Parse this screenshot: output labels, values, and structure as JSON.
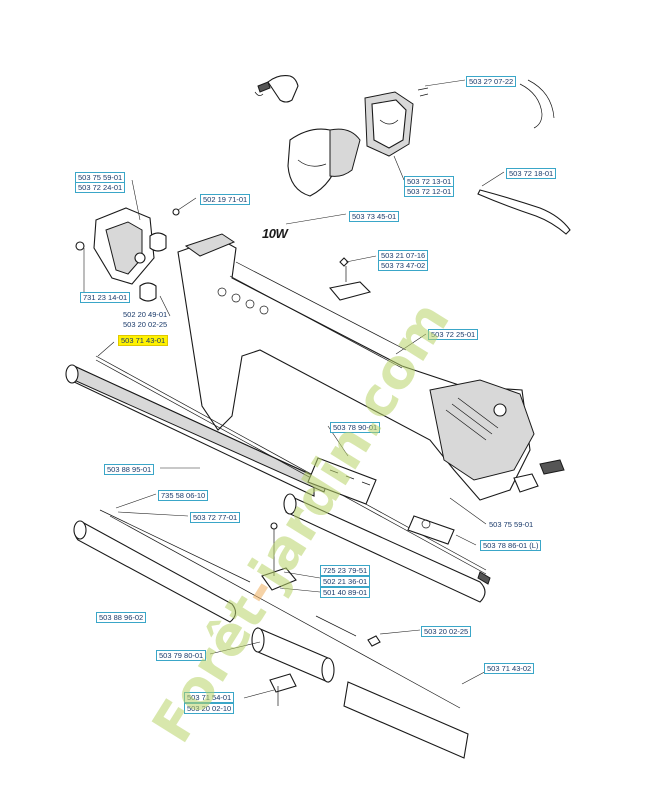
{
  "diagram": {
    "logo_text": "10W",
    "watermark": [
      "Forêt",
      "-",
      "jardin.com"
    ],
    "labels": [
      {
        "id": "p1",
        "text": "503 2? 07-22",
        "highlight": false
      },
      {
        "id": "p2",
        "text": "503 75 59-01",
        "highlight": false
      },
      {
        "id": "p3",
        "text": "503 72 24-01",
        "highlight": false
      },
      {
        "id": "p4",
        "text": "502 19 71-01",
        "highlight": false
      },
      {
        "id": "p5",
        "text": "503 72 13-01",
        "highlight": false
      },
      {
        "id": "p6",
        "text": "503 72 12-01",
        "highlight": false
      },
      {
        "id": "p7",
        "text": "503 72 18-01",
        "highlight": false
      },
      {
        "id": "p8",
        "text": "503 73 45-01",
        "highlight": false
      },
      {
        "id": "p9",
        "text": "503 21 07-16",
        "highlight": false
      },
      {
        "id": "p10",
        "text": "503 73 47-02",
        "highlight": false
      },
      {
        "id": "p11",
        "text": "731 23 14-01",
        "highlight": false
      },
      {
        "id": "p12",
        "text": "502 20 49-01",
        "highlight": false
      },
      {
        "id": "p13",
        "text": "503 20 02-25",
        "highlight": false
      },
      {
        "id": "p14",
        "text": "503 71 43-01",
        "highlight": true
      },
      {
        "id": "p15",
        "text": "503 72 25-01",
        "highlight": false
      },
      {
        "id": "p16",
        "text": "503 78 90-01",
        "highlight": false
      },
      {
        "id": "p17",
        "text": "503 88 95-01",
        "highlight": false
      },
      {
        "id": "p18",
        "text": "735 58 06-10",
        "highlight": false
      },
      {
        "id": "p19",
        "text": "503 72 77-01",
        "highlight": false
      },
      {
        "id": "p20",
        "text": "503 75 59-01",
        "highlight": false
      },
      {
        "id": "p21",
        "text": "503 78 86-01 (L)",
        "highlight": false
      },
      {
        "id": "p22",
        "text": "725 23 79-51",
        "highlight": false
      },
      {
        "id": "p23",
        "text": "502 21 36-01",
        "highlight": false
      },
      {
        "id": "p24",
        "text": "501 40 89-01",
        "highlight": false
      },
      {
        "id": "p25",
        "text": "503 88 96-02",
        "highlight": false
      },
      {
        "id": "p26",
        "text": "503 20 02-25",
        "highlight": false
      },
      {
        "id": "p27",
        "text": "503 79 80-01",
        "highlight": false
      },
      {
        "id": "p28",
        "text": "503 71 43-02",
        "highlight": false
      },
      {
        "id": "p29",
        "text": "503 71 54-01",
        "highlight": false
      },
      {
        "id": "p30",
        "text": "503 20 02-10",
        "highlight": false
      }
    ]
  }
}
